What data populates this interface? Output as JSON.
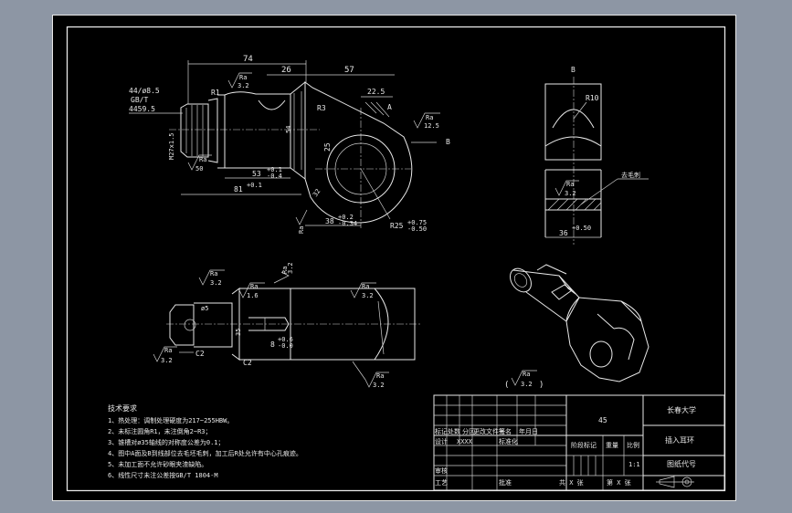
{
  "front_view": {
    "dim_74": "74",
    "dim_26": "26",
    "dim_57": "57",
    "dim_22_5": "22.5",
    "dim_r1": "R1",
    "dim_r3": "R3",
    "ra": "Ra",
    "ra_3_2": "3.2",
    "ra_12_5": "12.5",
    "ra_50": "50",
    "thread_1": "44/ø8.5",
    "thread_2": "GB/T",
    "thread_3": "4459.5",
    "thread_m": "M27x1.5",
    "dim_54": "54",
    "dim_25": "25",
    "dim_53": "53",
    "dim_53_tol": "+0.1\n-0.4",
    "dim_81": "81",
    "dim_81_tol": "+0.1",
    "dim_38": "38",
    "dim_38_tol": "+0.2\n-0.34",
    "dim_r25": "R25",
    "dim_r25_tol": "+0.75\n-0.50",
    "dim_32": "32",
    "label_a": "A",
    "label_b": "B"
  },
  "side_view": {
    "title": "B",
    "r10": "R10",
    "remove_burr": "去毛刺",
    "ra": "Ra",
    "ra_val": "3.2",
    "dim_36": "36",
    "dim_36_tol": "+0.50"
  },
  "bottom_view": {
    "ra": "Ra",
    "ra_3_2": "3.2",
    "ra_1_6": "1.6",
    "dim_c2a": "C2",
    "dim_c2b": "C2",
    "dim_phi5": "ø5",
    "dim_35": "35",
    "dim_8": "8",
    "dim_8_tol": "+0.6\n-0.0"
  },
  "general_roughness": {
    "open": "(",
    "ra": "Ra",
    "value": "3.2",
    "close": ")"
  },
  "tech_requirements": {
    "title": "技术要求",
    "items": [
      "1、热处理：调制处理硬度为217~255HBW。",
      "2、未标注圆角R1，未注倒角2~R3；",
      "3、锥槽对ø35轴线的对称度公差为0.1；",
      "4、图中A面及B到线部位去毛坯毛刺，加工后R处允许有中心孔痕迹。",
      "5、未加工面不允许砂眼夹渣缺陷。",
      "6、线性尺寸未注公差按GB/T 1804-M"
    ]
  },
  "title_block": {
    "material": "45",
    "school": "长春大学",
    "part_name": "插入耳环",
    "drawing_code": "图纸代号",
    "header_cells": [
      "标记",
      "处数",
      "分区",
      "更改文件号",
      "签名",
      "年月日"
    ],
    "designer": "设计",
    "designer_mark": "XXXX",
    "standardize": "标准化",
    "stage_mark": "阶段标记",
    "weight": "重量",
    "scale": "比例",
    "scale_val": "1:1",
    "review": "审核",
    "process": "工艺",
    "approve": "批准",
    "sheets_total": "共 X 张",
    "sheet_no": "第 X 张"
  }
}
